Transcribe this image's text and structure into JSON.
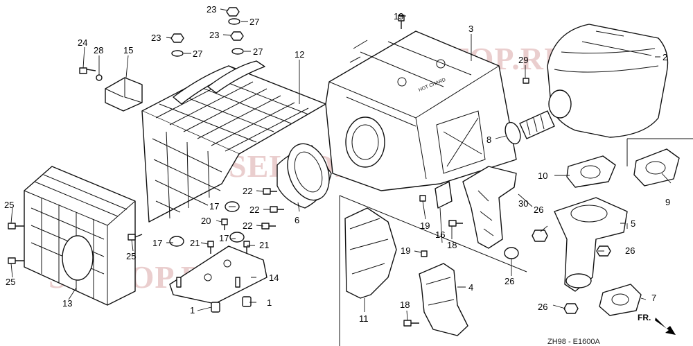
{
  "watermark": "SELTOP.RU",
  "diagram_code": "ZH98 - E1600A",
  "direction_label": "FR.",
  "embossed_text": "HOT CHARD",
  "callouts": {
    "p1a": "1",
    "p1b": "1",
    "p2": "2",
    "p3": "3",
    "p4": "4",
    "p5": "5",
    "p6": "6",
    "p7": "7",
    "p8": "8",
    "p9": "9",
    "p10": "10",
    "p11": "11",
    "p12": "12",
    "p13": "13",
    "p14": "14",
    "p15": "15",
    "p16": "16",
    "p17a": "17",
    "p17b": "17",
    "p17c": "17",
    "p18a": "18",
    "p18b": "18",
    "p19a": "19",
    "p19b": "19",
    "p19c": "19",
    "p20": "20",
    "p21a": "21",
    "p21b": "21",
    "p22a": "22",
    "p22b": "22",
    "p22c": "22",
    "p23a": "23",
    "p23b": "23",
    "p23c": "23",
    "p24": "24",
    "p25a": "25",
    "p25b": "25",
    "p25c": "25",
    "p26a": "26",
    "p26b": "26",
    "p26c": "26",
    "p26d": "26",
    "p27a": "27",
    "p27b": "27",
    "p27c": "27",
    "p28": "28",
    "p29": "29",
    "p30": "30"
  }
}
